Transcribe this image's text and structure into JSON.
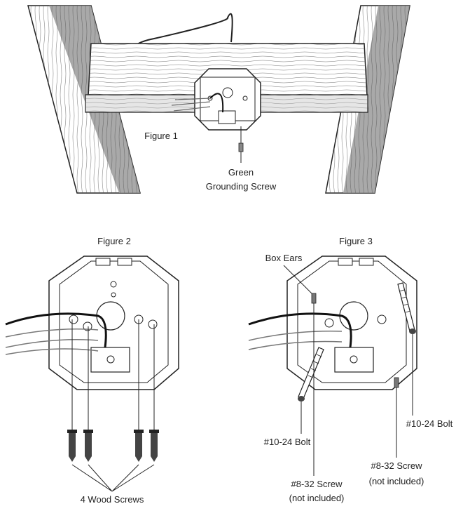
{
  "figure1": {
    "title": "Figure 1",
    "label_line1": "Green",
    "label_line2": "Grounding Screw"
  },
  "figure2": {
    "title": "Figure 2",
    "label": "4 Wood Screws"
  },
  "figure3": {
    "title": "Figure 3",
    "box_ears": "Box Ears",
    "bolt_left": "#10-24 Bolt",
    "bolt_right": "#10-24 Bolt",
    "screw_left_line1": "#8-32 Screw",
    "screw_left_line2": "(not included)",
    "screw_right_line1": "#8-32 Screw",
    "screw_right_line2": "(not included)"
  },
  "colors": {
    "line": "#222222",
    "stud_gray": "#9a9a9a",
    "wood_light": "#f2f2f2"
  }
}
